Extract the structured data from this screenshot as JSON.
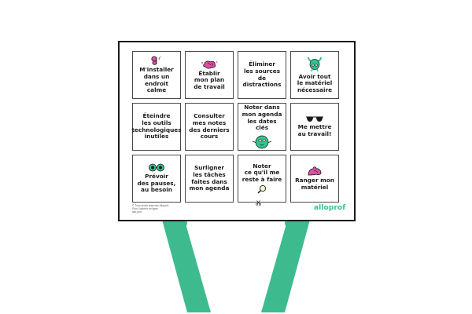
{
  "colors": {
    "arm": "#3dbb8e",
    "arm_dark": "#2e9c74",
    "board_border": "#1a1a1a",
    "card_border": "#4a4a4a",
    "pink": "#e04fa3",
    "green": "#31c48d",
    "text": "#1a1a1a"
  },
  "cards": [
    {
      "label": "M'installer\ndans un\nendroit calme",
      "icon": "butterfly-icon"
    },
    {
      "label": "Établir\nmon plan\nde travail",
      "icon": "brain-icon"
    },
    {
      "label": "Éliminer\nles sources de\ndistractions",
      "icon": ""
    },
    {
      "label": "Avoir tout\nle matériel\nnécessaire",
      "icon": "hanging-monster-icon"
    },
    {
      "label": "Éteindre\nles outils\ntechnologiques\ninutiles",
      "icon": ""
    },
    {
      "label": "Consulter\nmes notes\ndes derniers\ncours",
      "icon": ""
    },
    {
      "label": "Noter dans\nmon agenda\nles dates clés",
      "icon": "green-monster-icon"
    },
    {
      "label": "Me mettre\nau travail!",
      "icon": "sunglasses-icon"
    },
    {
      "label": "Prévoir\ndes pauses,\nau besoin",
      "icon": "coffee-cups-icon"
    },
    {
      "label": "Surligner\nles tâches\nfaites dans\nmon agenda",
      "icon": ""
    },
    {
      "label": "Noter\nce qu'il me\nreste à faire",
      "icon": "magnifier-icon"
    },
    {
      "label": "Ranger mon\nmatériel",
      "icon": "flexed-arm-icon"
    }
  ],
  "footnote": "© Tous droits réservés Alloprof.\nPour l'obtenir en ligne\nallo.prof",
  "brand": {
    "logo": "alloprof"
  }
}
